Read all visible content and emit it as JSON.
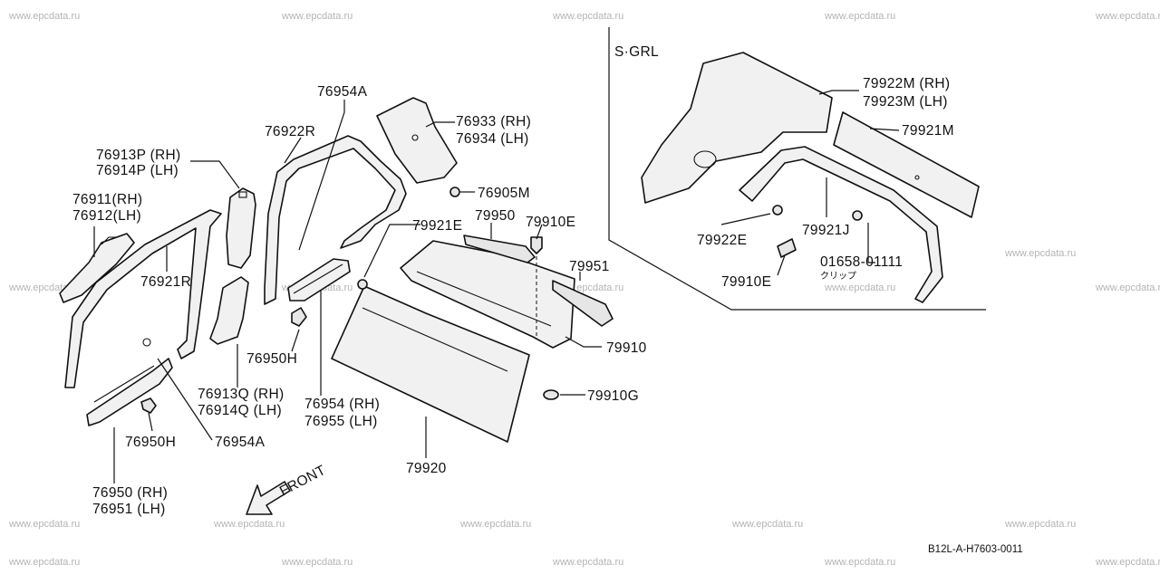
{
  "watermark_text": "www.epcdata.ru",
  "inset_label": "S·GRL",
  "front_label": "FRONT",
  "diagram_code": "B12L-A-H7603-0011",
  "callouts": {
    "c76954A_top": "76954A",
    "c76922R": "76922R",
    "c76933": "76933 (RH)",
    "c76934": "76934 (LH)",
    "c76913P": "76913P (RH)",
    "c76914P": "76914P (LH)",
    "c76911": "76911(RH)",
    "c76912": "76912(LH)",
    "c76905M": "76905M",
    "c79921E": "79921E",
    "c79950": "79950",
    "c79910E_main": "79910E",
    "c76921R": "76921R",
    "c79951": "79951",
    "c79910": "79910",
    "c76950H_mid": "76950H",
    "c76913Q": "76913Q (RH)",
    "c76914Q": "76914Q (LH)",
    "c76954": "76954 (RH)",
    "c76955": "76955 (LH)",
    "c79910G": "79910G",
    "c76950H_low": "76950H",
    "c76954A_low": "76954A",
    "c79920": "79920",
    "c76950": "76950 (RH)",
    "c76951": "76951 (LH)",
    "c79922M": "79922M (RH)",
    "c79923M": "79923M (LH)",
    "c79921M": "79921M",
    "c79922E": "79922E",
    "c79921J": "79921J",
    "c01658": "01658-01111",
    "c_clip": "クリップ",
    "c79910E_inset": "79910E"
  }
}
